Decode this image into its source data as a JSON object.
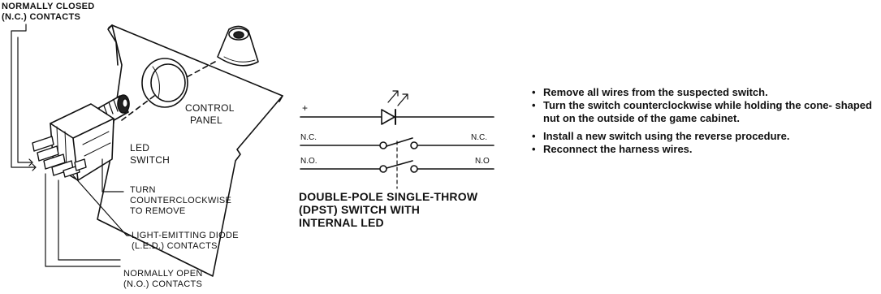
{
  "callouts": {
    "nc_contacts": [
      "NORMALLY CLOSED",
      "(N.C.) CONTACTS"
    ],
    "control_panel": [
      "CONTROL",
      "PANEL"
    ],
    "led_switch": [
      "LED",
      "SWITCH"
    ],
    "turn": [
      "TURN",
      "COUNTERCLOCKWISE",
      "TO REMOVE"
    ],
    "led_contacts": [
      "LIGHT-EMITTING DIODE",
      "(L.E.D.) CONTACTS"
    ],
    "no_contacts": [
      "NORMALLY OPEN",
      "(N.O.) CONTACTS"
    ]
  },
  "schematic": {
    "plus": "+",
    "nc_left": "N.C.",
    "nc_right": "N.C.",
    "no_left": "N.O.",
    "no_right": "N.O",
    "caption": [
      "DOUBLE-POLE SINGLE-THROW",
      "(DPST) SWITCH WITH",
      "INTERNAL LED"
    ]
  },
  "instructions": [
    "Remove all wires from the suspected switch.",
    "Turn the switch counterclockwise while holding the cone- shaped nut on the outside of the game cabinet.",
    "Install a new switch using the reverse procedure.",
    "Reconnect the harness wires."
  ],
  "bullet": "•"
}
